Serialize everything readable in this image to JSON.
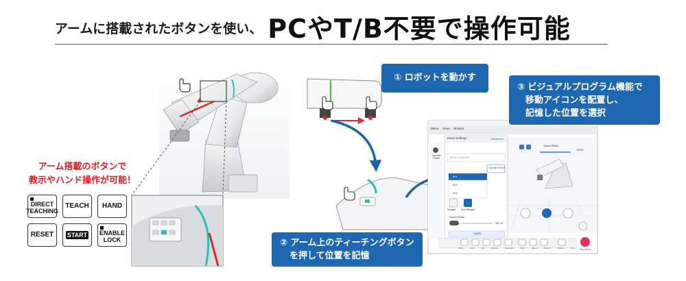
{
  "header": {
    "title_small": "アームに搭載されたボタンを使い、",
    "title_big": "PCやT/B不要で操作可能"
  },
  "callouts": {
    "step1": "① ロボットを動かす",
    "step2_line1": "② アーム上のティーチングボタン",
    "step2_line2": "を押して位置を記憶",
    "step3_line1": "③ ビジュアルプログラム機能で",
    "step3_line2": "移動アイコンを配置し、",
    "step3_line3": "記憶した位置を選択"
  },
  "note": {
    "line1": "アーム搭載のボタンで",
    "line2": "教示やハンド操作が可能！"
  },
  "arm_buttons": [
    {
      "label_line1": "DIRECT",
      "label_line2": "TEACHING",
      "has_mark": true
    },
    {
      "label_line1": "TEACH",
      "label_line2": "",
      "has_mark": false
    },
    {
      "label_line1": "HAND",
      "label_line2": "",
      "has_mark": false
    },
    {
      "label_line1": "RESET",
      "label_line2": "",
      "has_mark": false
    },
    {
      "label_line1": "START",
      "label_line2": "",
      "has_mark": false
    },
    {
      "label_line1": "ENABLE",
      "label_line2": "LOCK",
      "has_mark": true
    }
  ],
  "software": {
    "menu_items": [
      "Menu",
      "Save",
      "Monitor"
    ],
    "dialog_title": "Move Settings",
    "dialog_advanced": "Advanced",
    "block_comment": "Block Comment",
    "operate_robot": "Operate Robot",
    "positions": [
      "001",
      "002",
      "003"
    ],
    "interp_labels": [
      "Straight",
      "Non-Straight"
    ],
    "speed_ratio_label": "Speed Ratio",
    "speed_ratio_value": "100",
    "speed_unit": "%",
    "apply_label": "Apply",
    "view_speed_label": "Speed Ratio",
    "view_speed_value": "100",
    "bottom_labels": [
      "Move",
      "Hand",
      "Set",
      "Repeat",
      "Calculate",
      "Store",
      "Pause",
      "Branch",
      "Repeat",
      "Stop"
    ],
    "play_mode": "Play Mode"
  },
  "colors": {
    "accent_blue": "#1f67b1",
    "note_red": "#e21d23",
    "teal": "#2bbfb5",
    "stripe_red": "#d92b2b",
    "arrow_blue": "#1a63ad"
  }
}
